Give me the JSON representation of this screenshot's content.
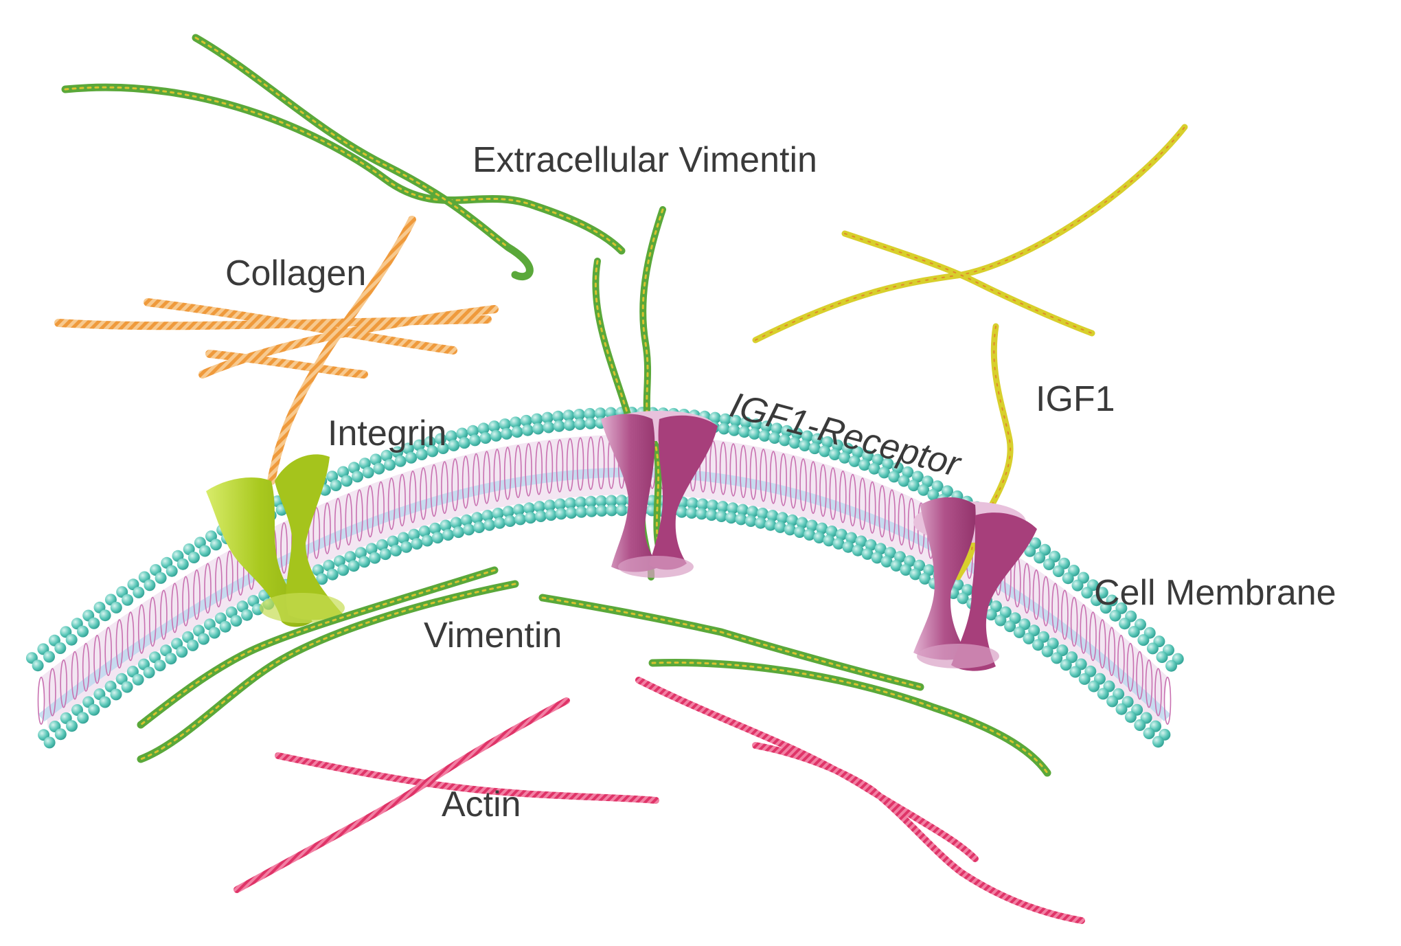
{
  "labels": {
    "extracellular_vimentin": "Extracellular Vimentin",
    "collagen": "Collagen",
    "integrin": "Integrin",
    "igf1_receptor": "IGF1-Receptor",
    "igf1": "IGF1",
    "cell_membrane": "Cell Membrane",
    "vimentin": "Vimentin",
    "actin": "Actin"
  },
  "colors": {
    "vimentin_green": "#5aa83a",
    "vimentin_yellow": "#d9c230",
    "collagen": "#f2a64e",
    "igf1": "#d8cf2c",
    "actin": "#e8457a",
    "integrin": "#a8c81e",
    "receptor": "#a8407a",
    "receptor_light": "#d9a0c4",
    "membrane_heads": "#4fc2b4",
    "membrane_tails": "#c870b0",
    "membrane_inner": "#b9d6ee"
  }
}
